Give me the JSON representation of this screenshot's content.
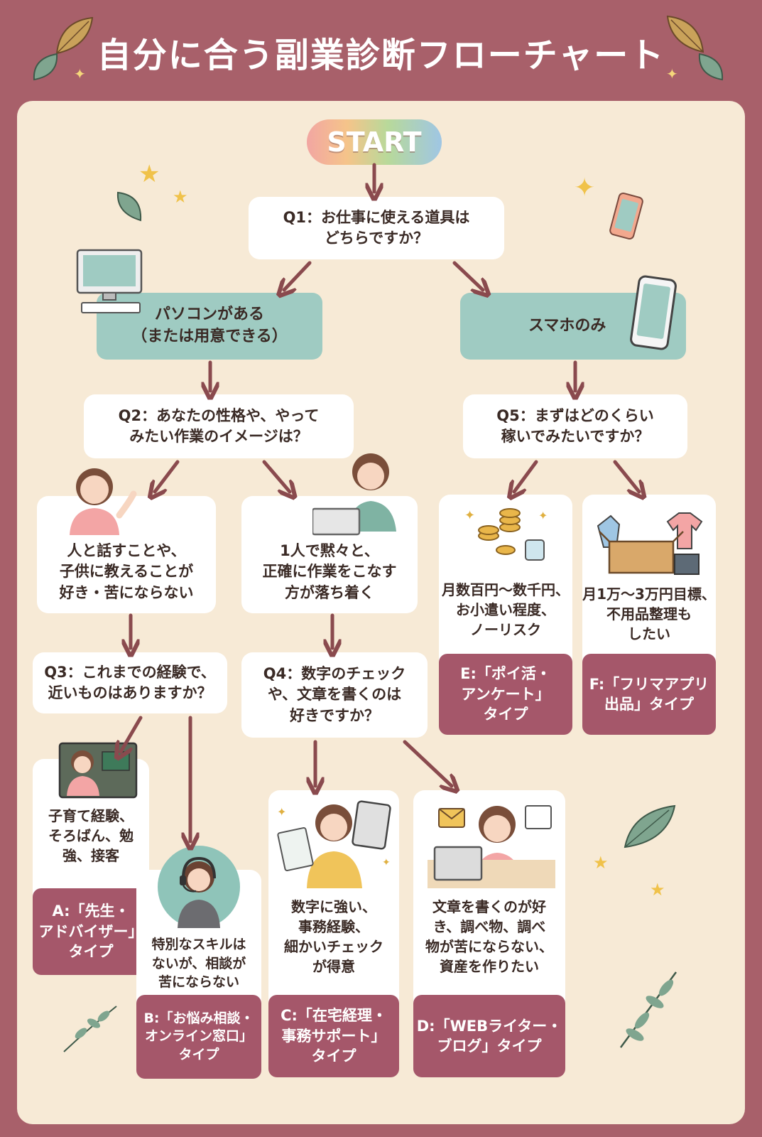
{
  "title": "自分に合う副業診断フローチャート",
  "start": "START",
  "q1": "Q1：お仕事に使える道具は\nどちらですか？",
  "pc_option": "パソコンがある\n（または用意できる）",
  "phone_option": "スマホのみ",
  "q2": "Q2：あなたの性格や、やって\nみたい作業のイメージは？",
  "talk_option": "人と話すことや、\n子供に教えることが\n好き・苦にならない",
  "solo_option": "1人で黙々と、\n正確に作業をこなす\n方が落ち着く",
  "q3": "Q3：これまでの経験で、\n近いものはありますか？",
  "q4": "Q4：数字のチェック\nや、文章を書くのは\n好きですか？",
  "q5": "Q5：まずはどのくらい\n稼いでみたいですか？",
  "cards": {
    "a": {
      "text": "子育て経験、\nそろばん、勉\n強、接客",
      "result": "A:「先生・\nアドバイザー」\nタイプ"
    },
    "b": {
      "text": "特別なスキルは\nないが、相談が\n苦にならない",
      "result": "B:「お悩み相談・\nオンライン窓口」\nタイプ"
    },
    "c": {
      "text": "数字に強い、\n事務経験、\n細かいチェック\nが得意",
      "result": "C:「在宅経理・\n事務サポート」\nタイプ"
    },
    "d": {
      "text": "文章を書くのが好\nき、調べ物、調べ\n物が苦にならない、\n資産を作りたい",
      "result": "D:「WEBライター・\nブログ」タイプ"
    },
    "e": {
      "text": "月数百円〜数千円、\nお小遣い程度、\nノーリスク",
      "result": "E:「ポイ活・\nアンケート」\nタイプ"
    },
    "f": {
      "text": "月1万〜3万円目標、\n不用品整理も\nしたい",
      "result": "F:「フリマアプリ\n出品」タイプ"
    }
  },
  "colors": {
    "frame": "#a8606a",
    "panel": "#f7ead6",
    "option_teal": "#9fcbc2",
    "result": "#a5576a",
    "arrow": "#8a4a4e"
  },
  "icons": [
    "desktop-computer-icon",
    "smartphone-icon",
    "leaf-icon",
    "star-icon",
    "sparkle-icon",
    "coins-icon",
    "cardboard-box-icon",
    "calculator-icon",
    "laptop-icon",
    "headset-icon",
    "mail-icon"
  ]
}
